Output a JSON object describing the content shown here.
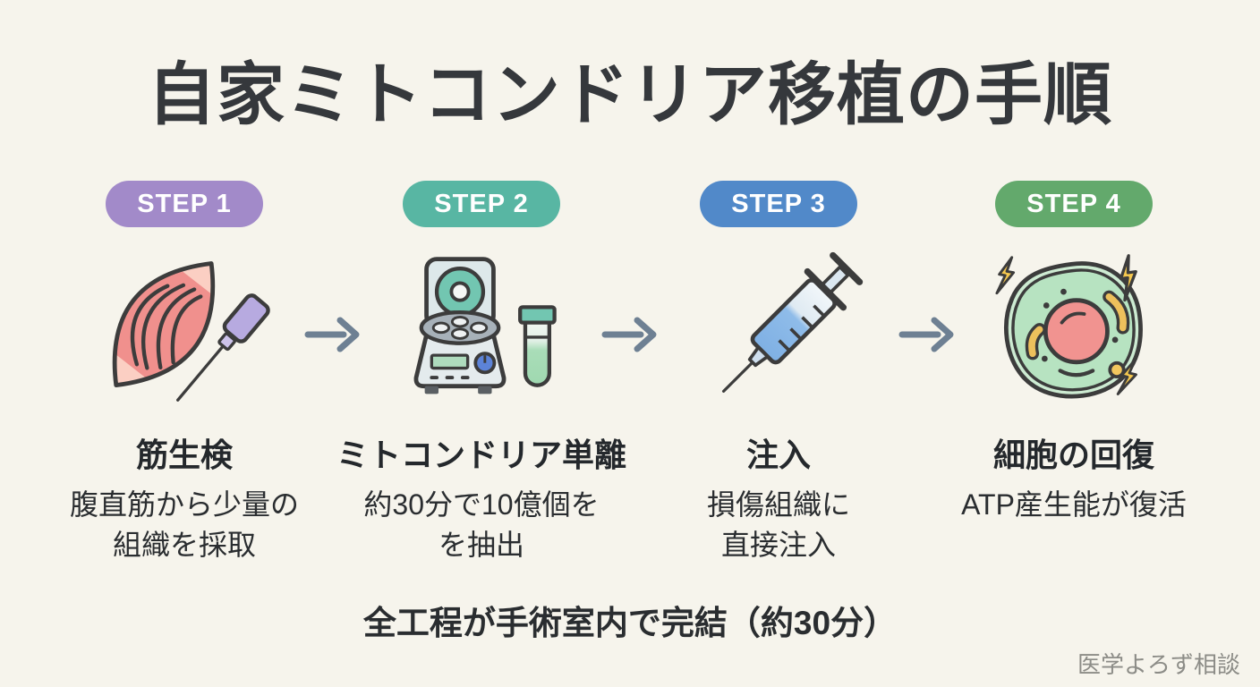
{
  "title": "自家ミトコンドリア移植の手順",
  "colors": {
    "background": "#f6f4ec",
    "title_text": "#35383c",
    "heading_text": "#24282c",
    "body_text": "#2a2d30",
    "arrow": "#6e8093",
    "watermark_text": "#8c8c87",
    "step1_badge": "#a28ac9",
    "step2_badge": "#58b6a3",
    "step3_badge": "#5189c9",
    "step4_badge": "#63a96c"
  },
  "steps": [
    {
      "badge": "STEP 1",
      "badge_color": "#a28ac9",
      "icon": "muscle-biopsy-icon",
      "heading": "筋生検",
      "description_lines": [
        "腹直筋から少量の",
        "組織を採取"
      ]
    },
    {
      "badge": "STEP 2",
      "badge_color": "#58b6a3",
      "icon": "centrifuge-icon",
      "heading": "ミトコンドリア単離",
      "description_lines": [
        "約30分で10億個を",
        "を抽出"
      ]
    },
    {
      "badge": "STEP 3",
      "badge_color": "#5189c9",
      "icon": "syringe-icon",
      "heading": "注入",
      "description_lines": [
        "損傷組織に",
        "直接注入"
      ]
    },
    {
      "badge": "STEP 4",
      "badge_color": "#63a96c",
      "icon": "cell-recovery-icon",
      "heading": "細胞の回復",
      "description_lines": [
        "ATP産生能が復活"
      ]
    }
  ],
  "footer": {
    "summary": "全工程が手術室内で完結（約30分）",
    "watermark": "医学よろず相談"
  }
}
